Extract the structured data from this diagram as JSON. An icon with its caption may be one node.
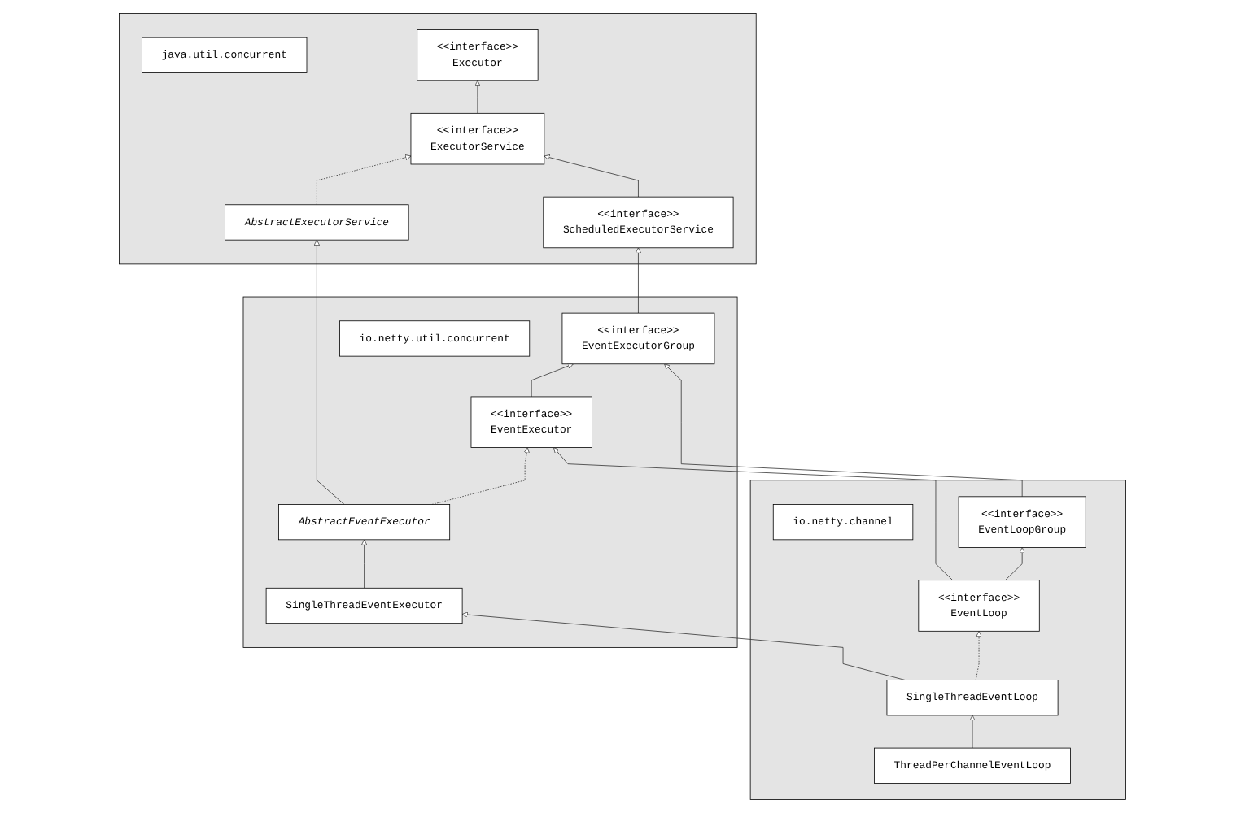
{
  "diagram": {
    "nodes": [
      {
        "text": [],
        "shape": "box"
      },
      {
        "text": [
          "java.util.concurrent"
        ],
        "in": 0
      },
      {
        "text": [
          "<<interface>>",
          "Executor"
        ],
        "in": 0
      },
      {
        "text": [
          "<<interface>>",
          "ExecutorService"
        ],
        "in": 0
      },
      {
        "text": [
          "AbstractExecutorService"
        ],
        "in": 0
      },
      {
        "text": [
          "<<interface>>",
          "ScheduledExecutorService"
        ],
        "in": 0
      },
      {
        "text": [],
        "shape": "box"
      },
      {
        "text": [
          "<<interface>>",
          "EventExecutorGroup"
        ],
        "in": 6
      },
      {
        "text": [
          "<<interface>>",
          "EventExecutor"
        ],
        "in": 6
      },
      {
        "text": [
          "AbstractEventExecutor"
        ],
        "in": 6
      },
      {
        "text": [
          "SingleThreadEventExecutor"
        ],
        "in": 6
      },
      {
        "text": [
          "io.netty.util.concurrent"
        ],
        "in": 6
      },
      {
        "text": [],
        "shape": "box"
      },
      {
        "text": [
          "io.netty.channel"
        ],
        "in": 12
      },
      {
        "text": [
          "<<interface>>",
          "EventLoopGroup"
        ],
        "in": 12
      },
      {
        "text": [
          "<<interface>>",
          "EventLoop"
        ],
        "in": 12
      },
      {
        "text": [
          "SingleThreadEventLoop"
        ],
        "in": 12
      },
      {
        "text": [
          "ThreadPerChannelEventLoop"
        ],
        "in": 12
      }
    ],
    "edges": [
      {
        "from": 3,
        "to": 2,
        "arrow": "to"
      },
      {
        "from": 4,
        "to": 3,
        "arrow": "to",
        "style": "dashed"
      },
      {
        "from": 5,
        "to": 3,
        "arrow": "to"
      },
      {
        "from": 9,
        "to": 4,
        "arrow": "to"
      },
      {
        "from": 7,
        "to": 5,
        "arrow": "to"
      },
      {
        "from": 8,
        "to": 7,
        "arrow": "to"
      },
      {
        "from": 14,
        "to": 7,
        "arrow": "to"
      },
      {
        "from": 9,
        "to": 8,
        "arrow": "to",
        "style": "dashed"
      },
      {
        "from": 15,
        "to": 8,
        "arrow": "to"
      },
      {
        "from": 15,
        "to": 14,
        "arrow": "to"
      },
      {
        "from": 10,
        "to": 9,
        "arrow": "to"
      },
      {
        "from": 16,
        "to": 15,
        "arrow": "to",
        "style": "dashed"
      },
      {
        "from": 16,
        "to": 10,
        "arrow": "to"
      },
      {
        "from": 17,
        "to": 16,
        "arrow": "to"
      }
    ]
  }
}
